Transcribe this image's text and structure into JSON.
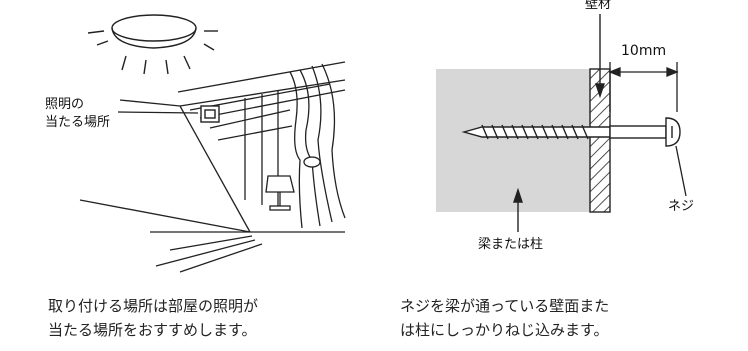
{
  "left": {
    "label_line1": "照明の",
    "label_line2": "当たる場所",
    "caption_line1": "取り付ける場所は部屋の照明が",
    "caption_line2": "当たる場所をおすすめします。"
  },
  "right": {
    "wall_material_label": "壁材",
    "gap_label": "10mm",
    "screw_label": "ネジ",
    "beam_label": "梁または柱",
    "caption_line1": "ネジを梁が通っている壁面また",
    "caption_line2": "は柱にしっかりねじ込みます。",
    "beam_color": "#d7d7d7"
  }
}
